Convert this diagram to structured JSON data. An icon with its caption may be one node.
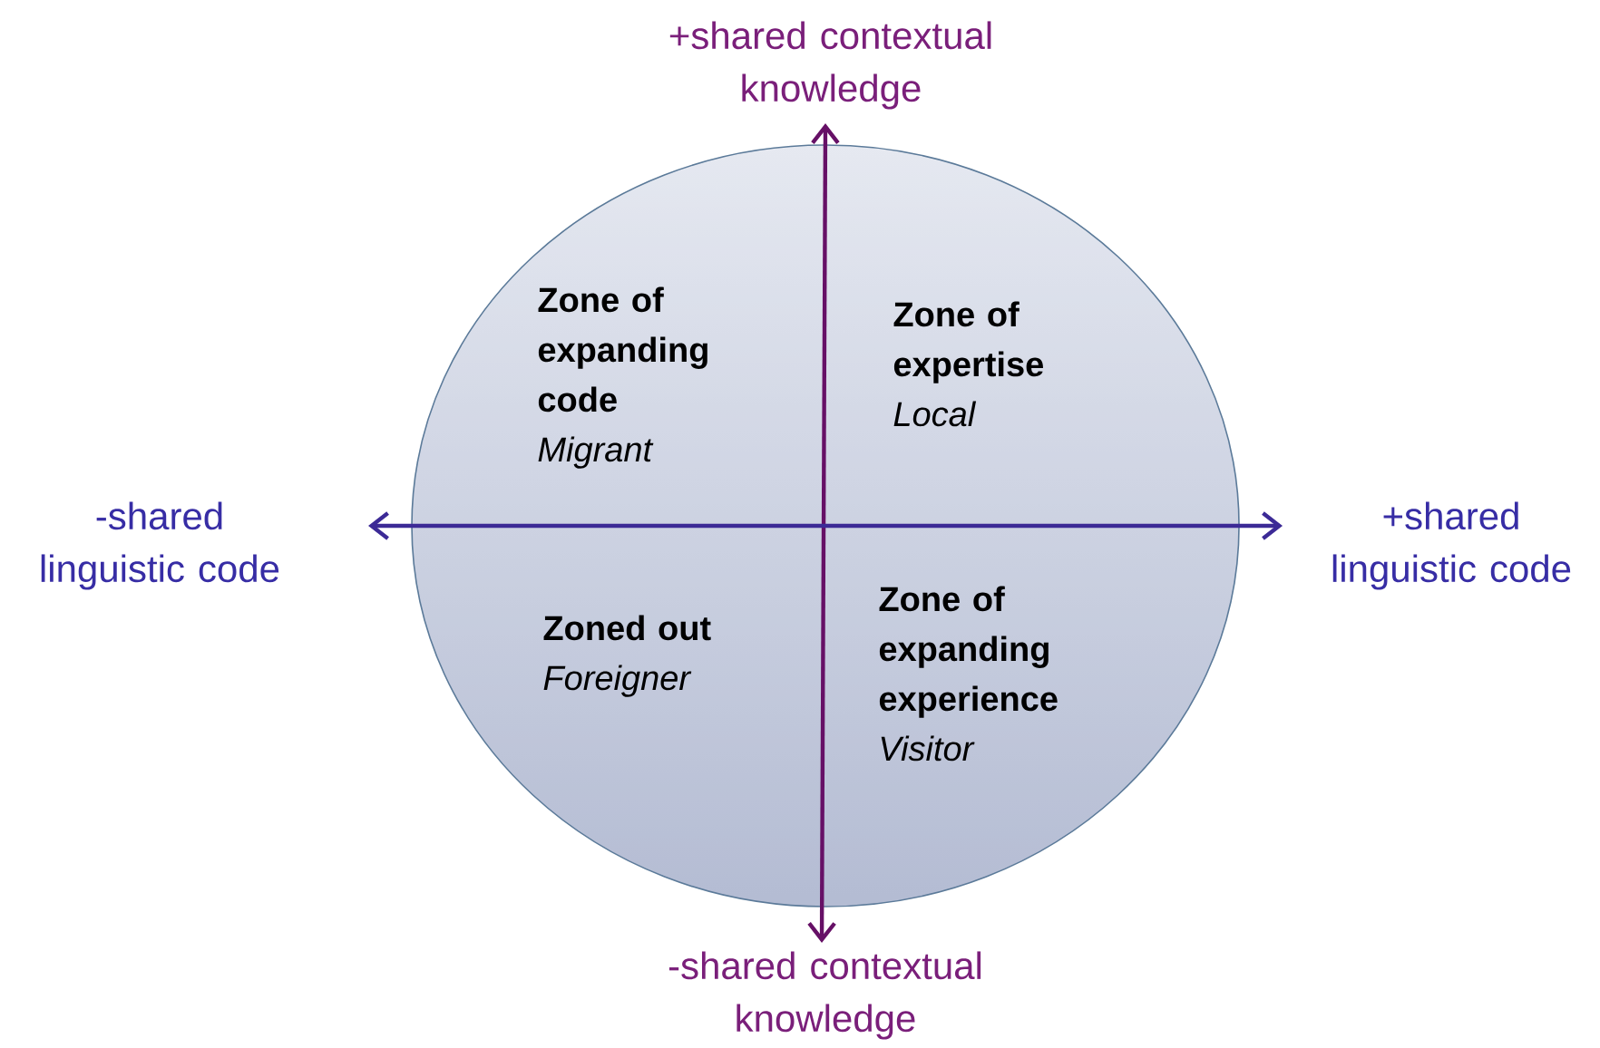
{
  "diagram": {
    "nodes": [
      {
        "text": [],
        "shape": "ellipse"
      },
      {
        "text": [
          "Zone of expanding code",
          "Migrant"
        ],
        "in": 0
      },
      {
        "text": [
          "Zone of expertise",
          "Local"
        ],
        "in": 0
      },
      {
        "text": [
          "Zoned out",
          "Foreigner"
        ],
        "in": 0
      },
      {
        "text": [
          "Zone of expanding experience",
          "Visitor"
        ],
        "in": 0
      }
    ],
    "labels": [
      "+shared contextual knowledge",
      "-shared linguistic code",
      "+shared linguistic code",
      "-shared contextual knowledge"
    ]
  }
}
